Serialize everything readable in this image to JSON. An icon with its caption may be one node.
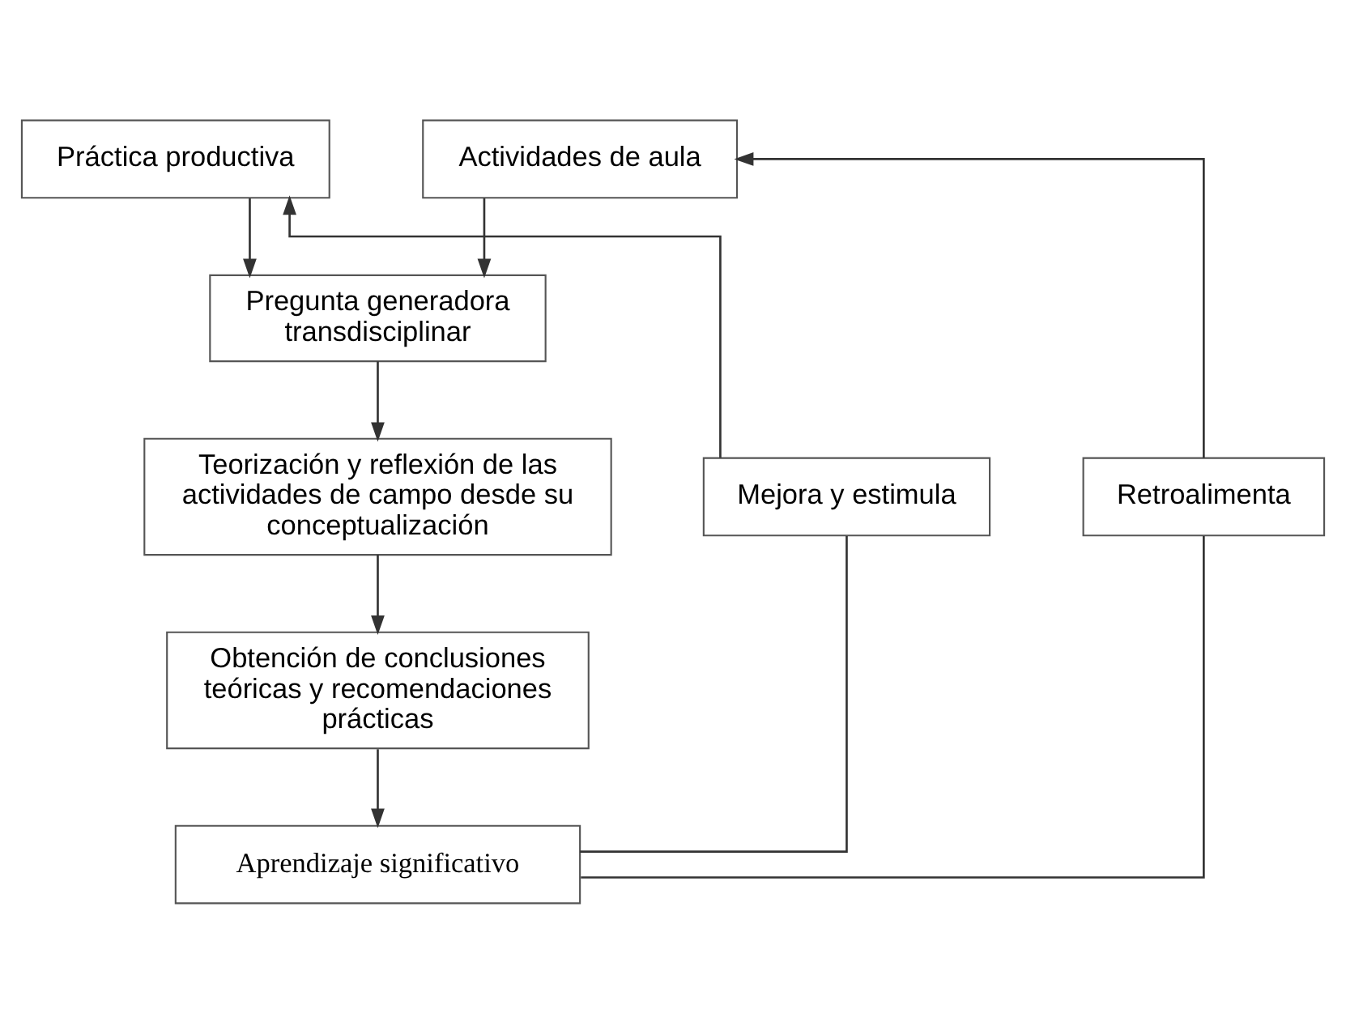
{
  "diagram": {
    "nodes": [
      {
        "text": [
          "Práctica productiva"
        ]
      },
      {
        "text": [
          "Actividades de aula"
        ]
      },
      {
        "text": [
          "Pregunta generadora transdisciplinar"
        ]
      },
      {
        "text": [
          "Teorización y reflexión de las actividades de campo desde su conceptualización"
        ]
      },
      {
        "text": [
          "Obtención de conclusiones teóricas y recomendaciones prácticas"
        ]
      },
      {
        "text": [
          "Aprendizaje significativo"
        ]
      },
      {
        "text": [
          "Mejora y estimula"
        ]
      },
      {
        "text": [
          "Retroalimenta"
        ]
      }
    ],
    "edges": [
      {
        "from": 0,
        "to": 2,
        "arrow": "to"
      },
      {
        "from": 1,
        "to": 2,
        "arrow": "to"
      },
      {
        "from": 2,
        "to": 3,
        "arrow": "to"
      },
      {
        "from": 3,
        "to": 4,
        "arrow": "to"
      },
      {
        "from": 4,
        "to": 5,
        "arrow": "to"
      },
      {
        "from": 5,
        "to": 6,
        "arrow": "none"
      },
      {
        "from": 6,
        "to": 0,
        "arrow": "to"
      },
      {
        "from": 5,
        "to": 7,
        "arrow": "none"
      },
      {
        "from": 7,
        "to": 1,
        "arrow": "to"
      }
    ]
  }
}
